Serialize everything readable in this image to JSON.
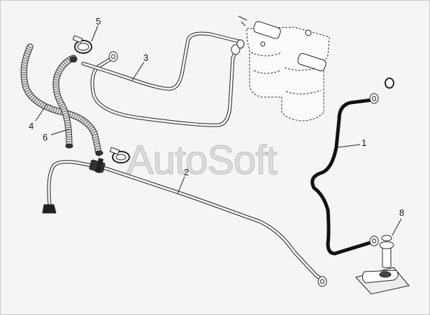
{
  "watermark": "AutoSoft",
  "callouts": [
    {
      "id": "1",
      "label": "1"
    },
    {
      "id": "2",
      "label": "2"
    },
    {
      "id": "3",
      "label": "3"
    },
    {
      "id": "4",
      "label": "4"
    },
    {
      "id": "5",
      "label": "5"
    },
    {
      "id": "6",
      "label": "6"
    },
    {
      "id": "8",
      "label": "8"
    }
  ]
}
